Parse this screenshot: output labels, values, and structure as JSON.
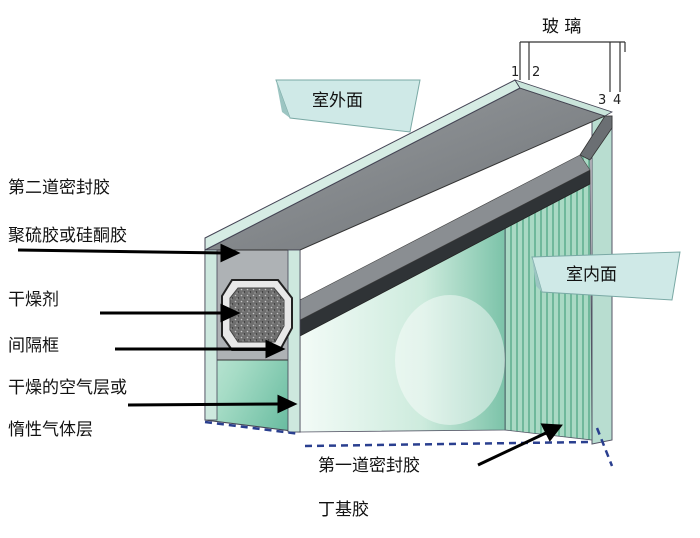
{
  "glass": {
    "title": "玻 璃",
    "layers": [
      "1",
      "2",
      "3",
      "4"
    ]
  },
  "sides": {
    "outdoor": "室外面",
    "indoor": "室内面"
  },
  "labels": {
    "secondary_seal_line1": "第二道密封胶",
    "secondary_seal_line2": "聚硫胶或硅酮胶",
    "desiccant": "干燥剂",
    "spacer_frame": "间隔框",
    "air_layer_line1": "干燥的空气层或",
    "air_layer_line2": "惰性气体层",
    "primary_seal_line1": "第一道密封胶",
    "primary_seal_line2": "丁基胶"
  },
  "colors": {
    "glass_edge": "#c8e6dc",
    "glass_face": "#9fd6c3",
    "sealant_grey": "#7d8185",
    "frame_dark": "#3a3d40",
    "tag_fill": "#cfe9e7",
    "dashed_line": "#2a3f8f"
  }
}
